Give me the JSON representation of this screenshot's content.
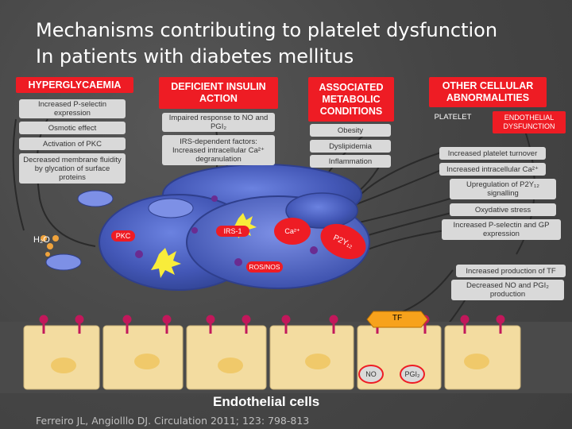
{
  "title": {
    "line1": "Mechanisms contributing to platelet dysfunction",
    "line2": "In patients with diabetes mellitus"
  },
  "columns": {
    "hyperglycaemia": {
      "header": "HYPERGLYCAEMIA",
      "items": [
        "Increased P-selectin expression",
        "Osmotic effect",
        "Activation of PKC",
        "Decreased membrane fluidity by glycation of surface proteins"
      ]
    },
    "insulin": {
      "header": "DEFICIENT INSULIN ACTION",
      "items": [
        "Impaired response to NO and PGI₂",
        "IRS-dependent factors: Increased intracellular Ca²⁺ degranulation"
      ]
    },
    "metabolic": {
      "header": "ASSOCIATED METABOLIC CONDITIONS",
      "items": [
        "Obesity",
        "Dyslipidemia",
        "Inflammation"
      ]
    },
    "other": {
      "header": "OTHER CELLULAR ABNORMALITIES",
      "platelet_label": "PLATELET",
      "endothelial_label": "ENDOTHELIAL DYSFUNCTION",
      "platelet_items": [
        "Increased platelet turnover",
        "Increased intracellular Ca²⁺",
        "Upregulation of P2Y₁₂ signalling",
        "Oxydative stress",
        "Increased P-selectin and GP expression"
      ],
      "endothelial_items": [
        "Increased production of TF",
        "Decreased NO and PGI₂ production"
      ]
    }
  },
  "scene": {
    "h2o": "H₂O",
    "pkc": "PKC",
    "irs1": "IRS-1",
    "ca": "Ca²⁺",
    "p2y12": "P2Y₁₂",
    "ros": "ROS/NOS",
    "tf": "TF",
    "no": "NO",
    "pgi2": "PGI₂",
    "endothelial_cells": "Endothelial cells"
  },
  "citation": "Ferreiro JL, Angiolllo DJ. Circulation 2011; 123: 798-813",
  "colors": {
    "red": "#ee1c24",
    "grey_box": "#d9d9d9",
    "platelet_blue": "#5568c8",
    "cell_cream": "#f3dca0",
    "tf_orange": "#f7a21c"
  }
}
